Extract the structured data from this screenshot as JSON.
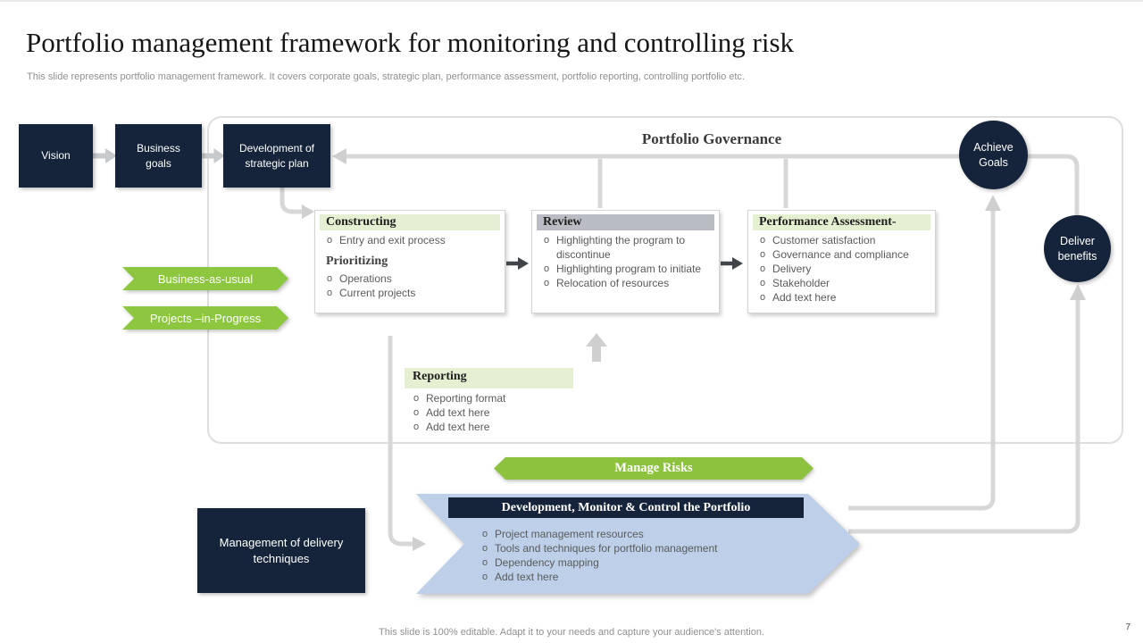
{
  "slide": {
    "title": "Portfolio management framework for monitoring and controlling risk",
    "subtitle": "This slide represents portfolio management framework. It covers corporate goals, strategic plan, performance assessment, portfolio reporting, controlling portfolio etc.",
    "footer": "This slide is 100% editable. Adapt it to your needs and capture your audience's attention.",
    "page_number": "7"
  },
  "ui": {
    "bullet": "o"
  },
  "flow": {
    "vision": "Vision",
    "business_goals": "Business goals",
    "strategic_plan": "Development of strategic plan",
    "management_delivery": "Management of delivery techniques"
  },
  "governance": {
    "title": "Portfolio Governance",
    "constructing": {
      "title": "Constructing",
      "items": [
        "Entry and exit process"
      ],
      "subtitle": "Prioritizing",
      "sub_items": [
        "Operations",
        "Current projects"
      ]
    },
    "review": {
      "title": "Review",
      "items": [
        "Highlighting the program to discontinue",
        "Highlighting program to initiate",
        "Relocation of resources"
      ]
    },
    "performance": {
      "title": "Performance Assessment-",
      "items": [
        "Customer satisfaction",
        "Governance and compliance",
        "Delivery",
        "Stakeholder",
        "Add text here"
      ]
    },
    "reporting": {
      "title": "Reporting",
      "items": [
        "Reporting format",
        "Add text here",
        "Add text here"
      ]
    }
  },
  "banners": {
    "business_as_usual": "Business-as-usual",
    "projects_in_progress": "Projects –in-Progress",
    "manage_risks": "Manage Risks"
  },
  "development_monitor": {
    "title": "Development, Monitor & Control the Portfolio",
    "items": [
      "Project management resources",
      "Tools and techniques for portfolio management",
      "Dependency mapping",
      "Add text here"
    ]
  },
  "goals": {
    "achieve": "Achieve Goals",
    "deliver": "Deliver benefits"
  },
  "colors": {
    "navy": "#15243a",
    "green": "#8dc63f",
    "light_green_header": "#e5efd2",
    "gray_header": "#b9bdc3",
    "light_blue": "#bdcfe9",
    "connector_gray": "#d7d7d7"
  }
}
